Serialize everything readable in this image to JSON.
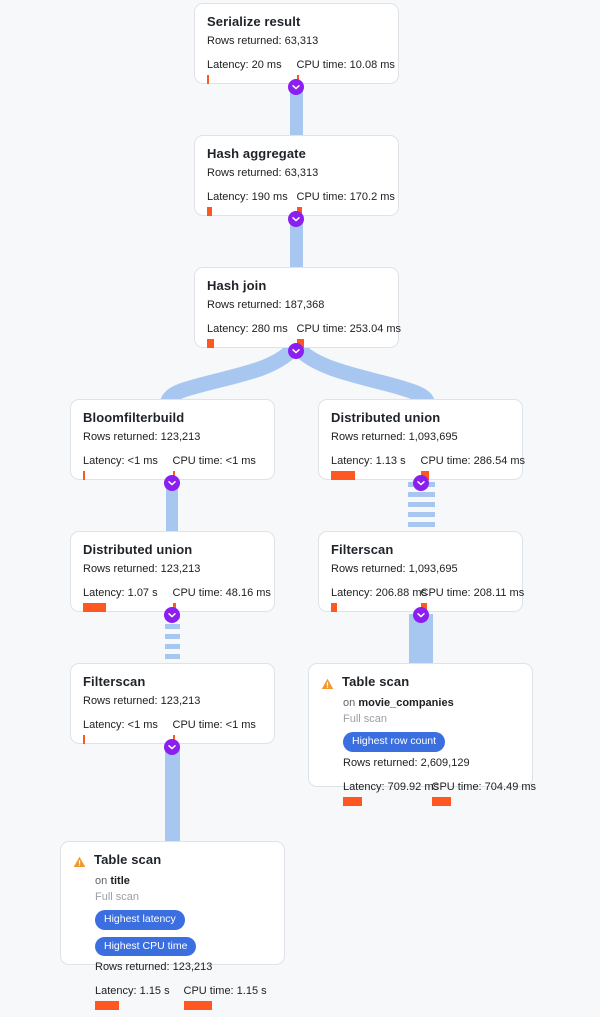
{
  "theme": {
    "background": "#f6f8fa",
    "card_bg": "#ffffff",
    "card_border": "#dfe3e8",
    "edge_color": "#a8c7f0",
    "chevron_color": "#8a1ff0",
    "badge_color": "#3b6fe0",
    "metric_bar_color": "#ff5722",
    "warning_color": "#f2992e"
  },
  "labels": {
    "rows_prefix": "Rows returned:",
    "latency_prefix": "Latency:",
    "cpu_prefix": "CPU time:",
    "on_prefix": "on",
    "collapse_icon": "chevron-down-icon",
    "warning_icon": "warning-triangle-icon"
  },
  "nodes": [
    {
      "id": "serialize-result",
      "title": "Serialize result",
      "rows": "Rows returned: 63,313",
      "latency": "Latency: 20 ms",
      "cpu": "CPU time: 10.08 ms",
      "latency_bar": 2,
      "cpu_bar": 2,
      "table": null,
      "scan_type": null,
      "badges": [],
      "warning": false
    },
    {
      "id": "hash-aggregate",
      "title": "Hash aggregate",
      "rows": "Rows returned: 63,313",
      "latency": "Latency: 190 ms",
      "cpu": "CPU time: 170.2 ms",
      "latency_bar": 5,
      "cpu_bar": 5,
      "table": null,
      "scan_type": null,
      "badges": [],
      "warning": false
    },
    {
      "id": "hash-join",
      "title": "Hash join",
      "rows": "Rows returned: 187,368",
      "latency": "Latency: 280 ms",
      "cpu": "CPU time: 253.04 ms",
      "latency_bar": 7,
      "cpu_bar": 7,
      "table": null,
      "scan_type": null,
      "badges": [],
      "warning": false
    },
    {
      "id": "bloomfilterbuild",
      "title": "Bloomfilterbuild",
      "rows": "Rows returned: 123,213",
      "latency": "Latency: <1 ms",
      "cpu": "CPU time: <1 ms",
      "latency_bar": 2,
      "cpu_bar": 2,
      "table": null,
      "scan_type": null,
      "badges": [],
      "warning": false
    },
    {
      "id": "distributed-union-right",
      "title": "Distributed union",
      "rows": "Rows returned: 1,093,695",
      "latency": "Latency: 1.13 s",
      "cpu": "CPU time: 286.54 ms",
      "latency_bar": 24,
      "cpu_bar": 8,
      "table": null,
      "scan_type": null,
      "badges": [],
      "warning": false
    },
    {
      "id": "distributed-union-left",
      "title": "Distributed union",
      "rows": "Rows returned: 123,213",
      "latency": "Latency: 1.07 s",
      "cpu": "CPU time: 48.16 ms",
      "latency_bar": 23,
      "cpu_bar": 3,
      "table": null,
      "scan_type": null,
      "badges": [],
      "warning": false
    },
    {
      "id": "filterscan-right",
      "title": "Filterscan",
      "rows": "Rows returned: 1,093,695",
      "latency": "Latency: 206.88 ms",
      "cpu": "CPU time: 208.11 ms",
      "latency_bar": 6,
      "cpu_bar": 6,
      "table": null,
      "scan_type": null,
      "badges": [],
      "warning": false
    },
    {
      "id": "filterscan-left",
      "title": "Filterscan",
      "rows": "Rows returned: 123,213",
      "latency": "Latency: <1 ms",
      "cpu": "CPU time: <1 ms",
      "latency_bar": 2,
      "cpu_bar": 2,
      "table": null,
      "scan_type": null,
      "badges": [],
      "warning": false
    },
    {
      "id": "table-scan-movie-companies",
      "title": "Table scan",
      "rows": "Rows returned: 2,609,129",
      "latency": "Latency: 709.92 ms",
      "cpu": "CPU time: 704.49 ms",
      "latency_bar": 19,
      "cpu_bar": 19,
      "table": "movie_companies",
      "scan_type": "Full scan",
      "badges": [
        "Highest row count"
      ],
      "warning": true
    },
    {
      "id": "table-scan-title",
      "title": "Table scan",
      "rows": "Rows returned: 123,213",
      "latency": "Latency: 1.15 s",
      "cpu": "CPU time: 1.15 s",
      "latency_bar": 24,
      "cpu_bar": 28,
      "table": "title",
      "scan_type": "Full scan",
      "badges": [
        "Highest latency",
        "Highest CPU time"
      ],
      "warning": true
    }
  ]
}
